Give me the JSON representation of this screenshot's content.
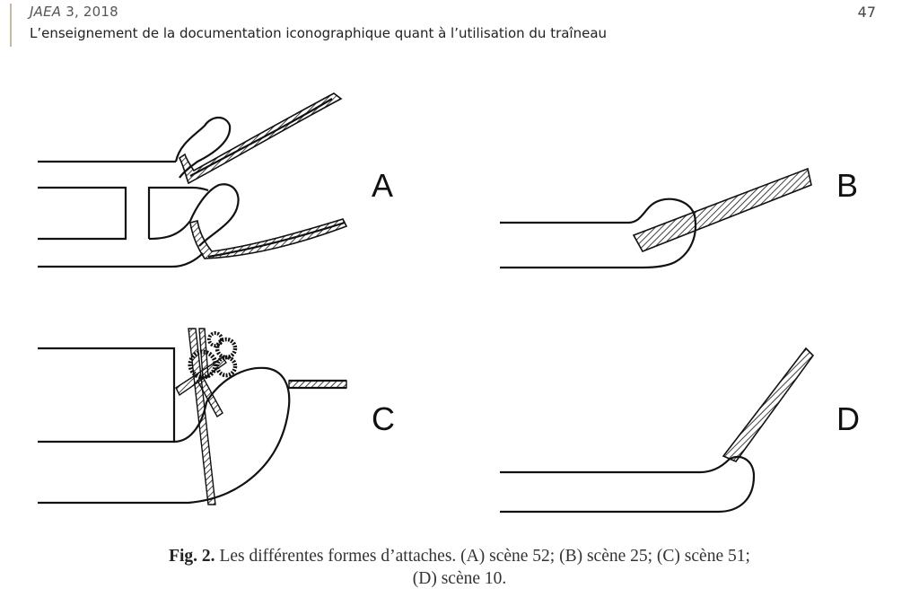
{
  "header": {
    "journal": "JAEA 3, 2018",
    "journal_name": "JAEA",
    "journal_issue": " 3, 2018",
    "running_title": "L’enseignement de la documentation iconographique quant à l’utilisation du traîneau",
    "page_number": "47"
  },
  "figure": {
    "panels": [
      {
        "letter": "A",
        "scene": "scène 52"
      },
      {
        "letter": "B",
        "scene": "scène 25"
      },
      {
        "letter": "C",
        "scene": "scène 51"
      },
      {
        "letter": "D",
        "scene": "scène 10"
      }
    ],
    "caption_label": "Fig. 2.",
    "caption_line1": " Les différentes formes d’attaches. (A) scène 52; (B) scène 25; (C) scène 51;",
    "caption_line2": "(D) scène 10."
  }
}
